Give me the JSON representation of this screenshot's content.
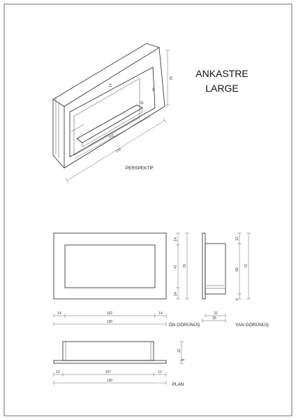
{
  "title": {
    "line1": "ANKASTRE",
    "line2": "LARGE"
  },
  "views": {
    "perspective": "PERSPEKTİF",
    "front": "ÖN GÖRÜNÜŞ",
    "side": "YAN GÖRÜNÜŞ",
    "plan": "PLAN"
  },
  "dims": {
    "persp_75": "75",
    "persp_47": "47",
    "persp_14": "14",
    "persp_26": "26",
    "persp_102": "102",
    "persp_130": "130",
    "front_14a": "14",
    "front_47": "47",
    "front_14b": "14",
    "front_76": "76",
    "front_bot_14a": "14",
    "front_bot_102": "102",
    "front_bot_14b": "14",
    "front_bot_130": "130",
    "side_12": "12",
    "side_69": "69",
    "side_4": "4",
    "side_76": "76",
    "side_22": "22",
    "side_25": "25",
    "plan_22": "22",
    "plan_3": "3",
    "plan_12a": "12",
    "plan_107": "107",
    "plan_12b": "12",
    "plan_130": "130"
  }
}
